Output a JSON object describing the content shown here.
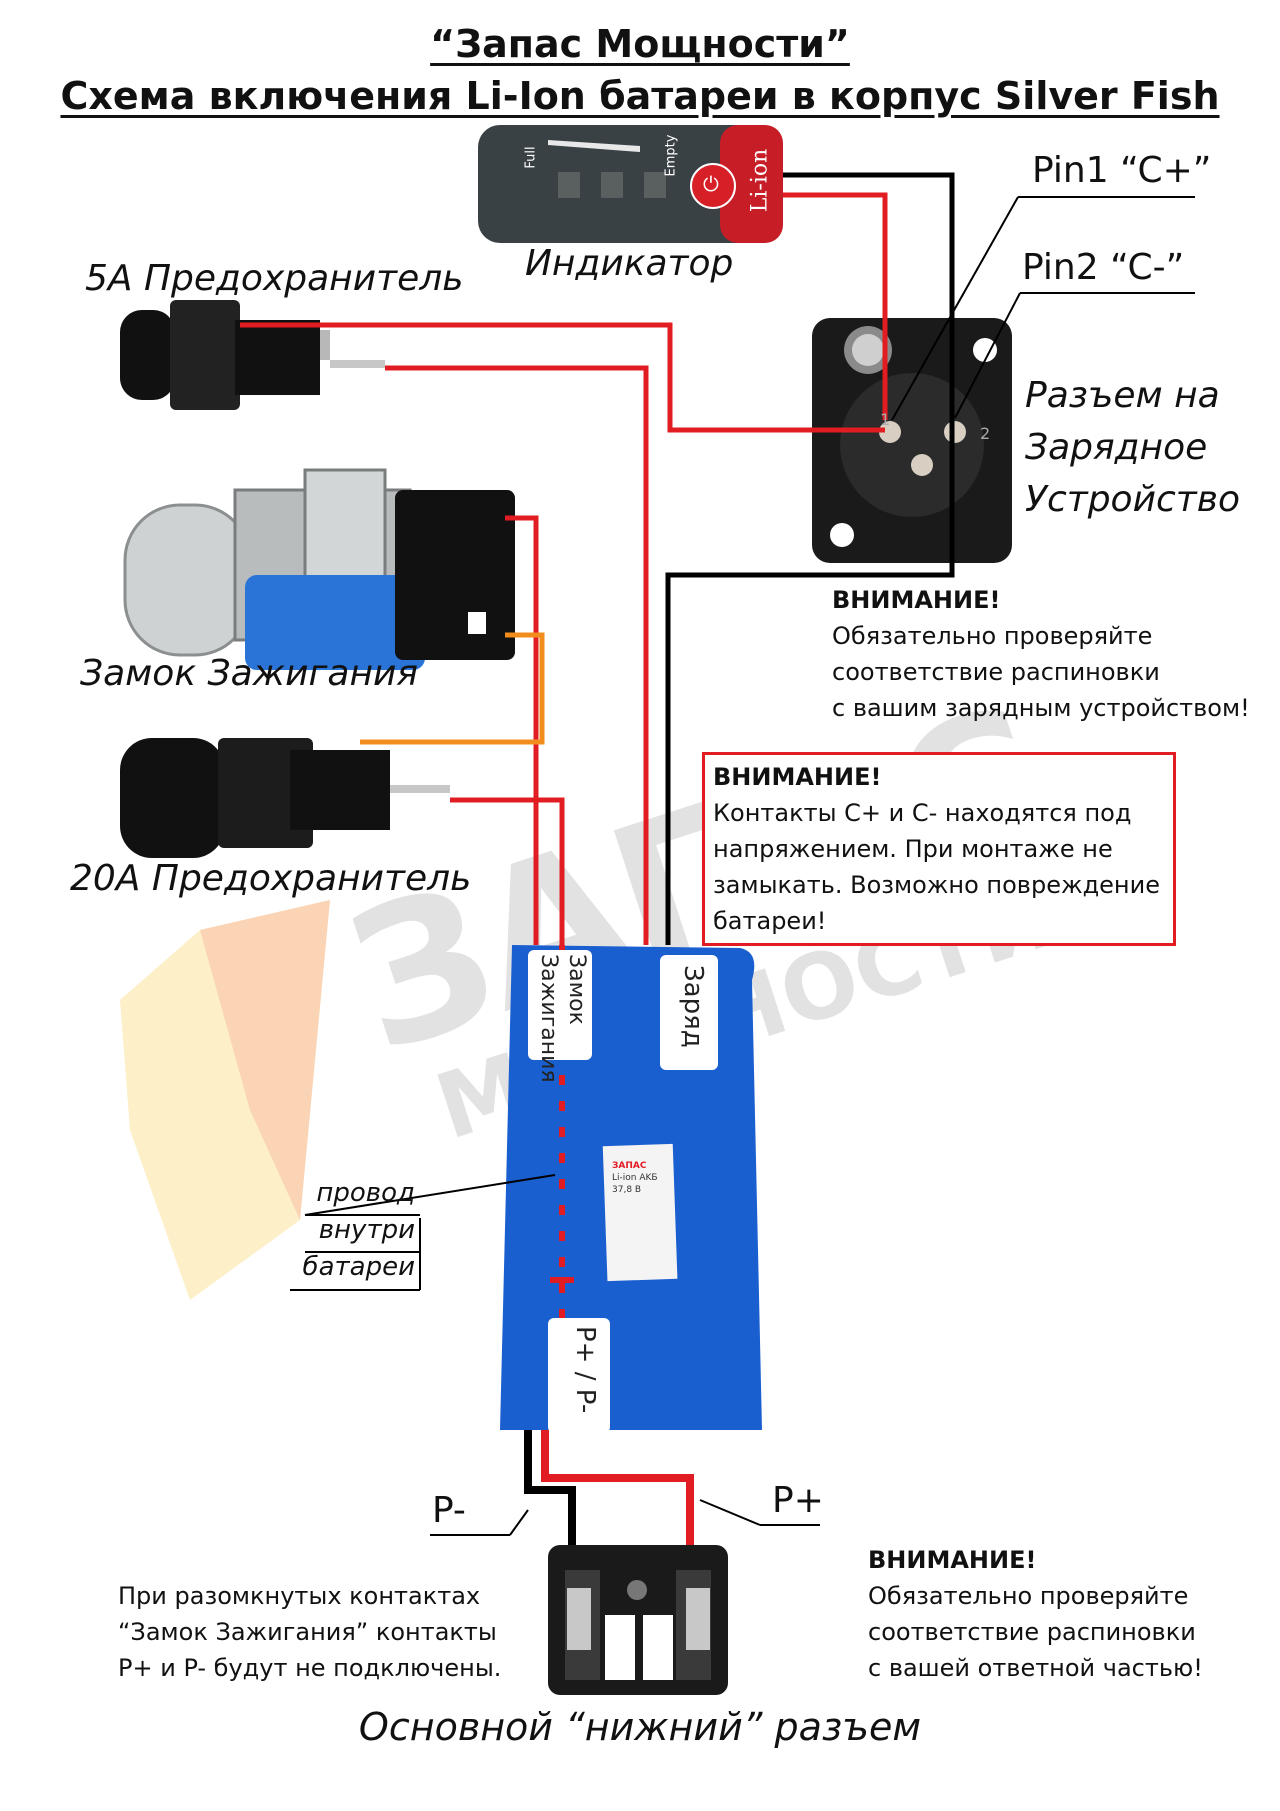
{
  "title": {
    "line1": "“Запас Мощности”",
    "line2": "Схема включения Li-Ion батареи в корпус Silver Fish"
  },
  "indicator": {
    "label": "Индикатор",
    "full": "Full",
    "empty": "Empty",
    "brand": "Li-ion",
    "power_icon": "power-icon"
  },
  "fuse5": {
    "label": "5А Предохранитель"
  },
  "ignition": {
    "label": "Замок Зажигания"
  },
  "fuse20": {
    "label": "20А Предохранитель"
  },
  "connector": {
    "pin1": "Pin1 “C+”",
    "pin2": "Pin2 “C-”",
    "label_l1": "Разъем на",
    "label_l2": "Зарядное",
    "label_l3": "Устройство",
    "pin_num_1": "1",
    "pin_num_2": "2"
  },
  "warning1": {
    "head": "ВНИМАНИЕ!",
    "l1": "Обязательно проверяйте",
    "l2": "соответствие распиновки",
    "l3": "с вашим зарядным устройством!"
  },
  "warning2": {
    "head": "ВНИМАНИЕ!",
    "l1": "Контакты С+ и С- находятся под",
    "l2": "напряжением. При монтаже не",
    "l3": "замыкать. Возможно повреждение",
    "l4": "батареи!"
  },
  "battery": {
    "tag_ignition_l1": "Замок",
    "tag_ignition_l2": "Зажигания",
    "tag_charge": "Заряд",
    "tag_p": "P+ / P-",
    "sticker_brand": "ЗАПАС",
    "sticker_model": "Li-ion AKБ",
    "sticker_voltage": "37,8 B"
  },
  "wire_note": {
    "l1": "провод",
    "l2": "внутри",
    "l3": "батареи"
  },
  "bottom": {
    "p_minus": "P-",
    "p_plus": "P+",
    "connector_label": "Основной “нижний” разъем",
    "note_l1": "При разомкнутых контактах",
    "note_l2": "“Замок Зажигания” контакты",
    "note_l3": "P+ и P- будут не подключены."
  },
  "warning3": {
    "head": "ВНИМАНИЕ!",
    "l1": "Обязательно проверяйте",
    "l2": "соответствие распиновки",
    "l3": "с вашей ответной частью!"
  },
  "watermark": {
    "l1": "ЗАПАС",
    "l2": "МОЩНОСТИ"
  },
  "colors": {
    "wire_red": "#e21c23",
    "wire_black": "#000000",
    "wire_orange": "#f28c1c",
    "battery_blue": "#1a5fd0",
    "warning_border": "#e21c23"
  }
}
